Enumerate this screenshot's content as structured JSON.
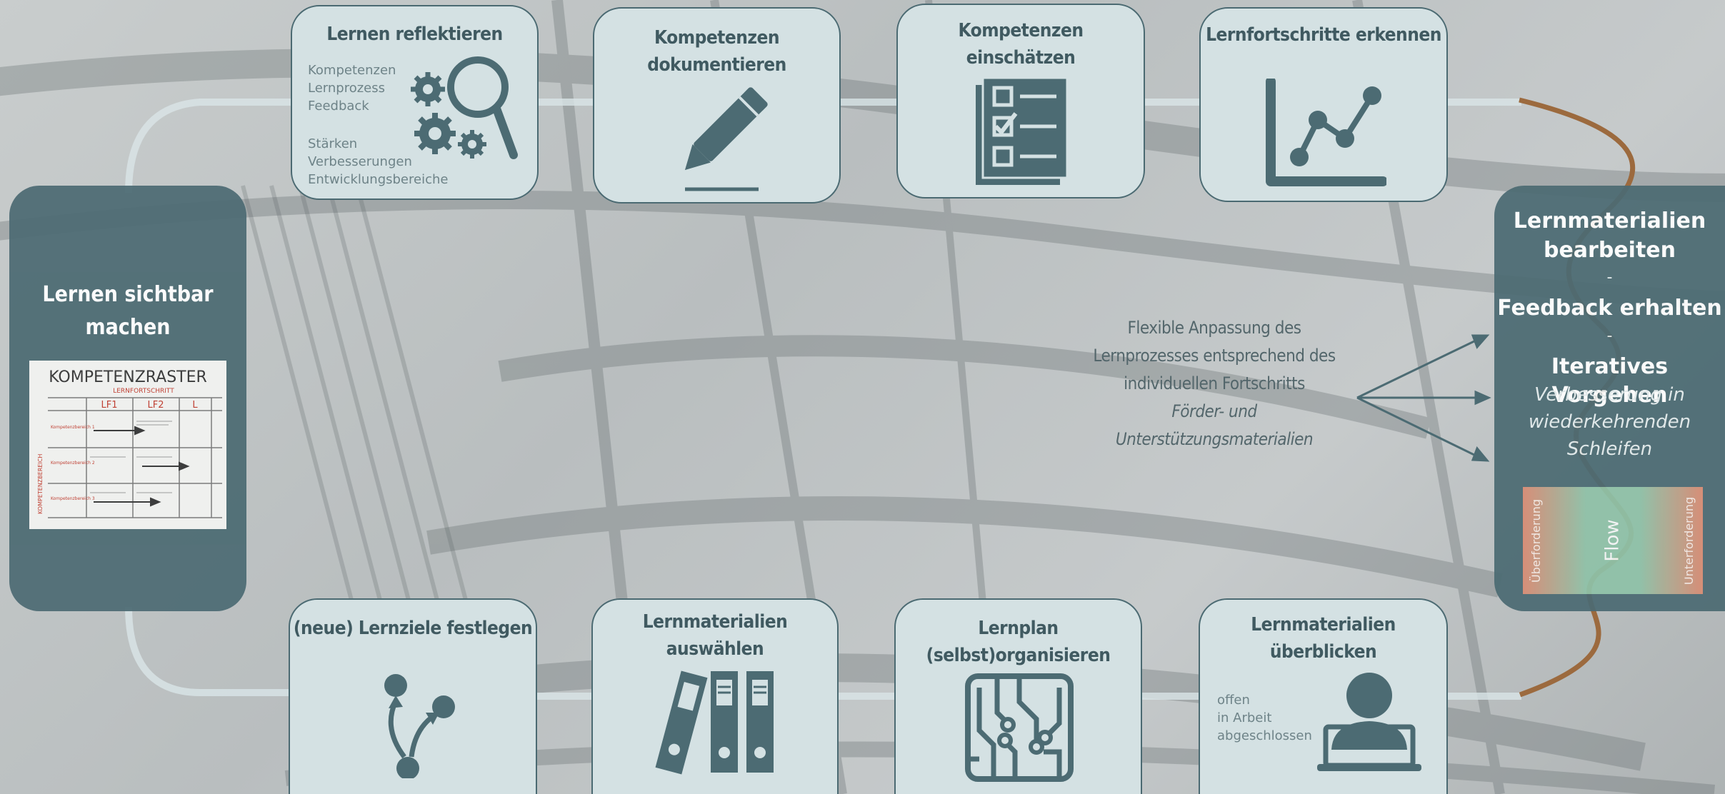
{
  "colors": {
    "box_fill": "#d4e1e3",
    "box_border": "#4b6a72",
    "icon": "#4c6b73",
    "panel": "#4c6b73",
    "wave": "#9c6a3e"
  },
  "left_panel": {
    "title_line1": "Lernen sichtbar",
    "title_line2": "machen",
    "image": {
      "title": "KOMPETENZRASTER",
      "header": "LERNFORTSCHRITT",
      "cols": [
        "LF1",
        "LF2",
        "L"
      ],
      "side_label": "KOMPETENZBEREICH",
      "rows": [
        "Kompetenzbereich 1",
        "Kompetenzbereich 2",
        "Kompetenzbereich 3"
      ]
    }
  },
  "top_boxes": [
    {
      "title": "Lernen reflektieren",
      "list_a": [
        "Kompetenzen",
        "Lernprozess",
        "Feedback"
      ],
      "list_b": [
        "Stärken",
        "Verbesserungen",
        "Entwicklungsbereiche"
      ],
      "icon": "gears-magnifier-icon"
    },
    {
      "title_line1": "Kompetenzen",
      "title_line2": "dokumentieren",
      "icon": "pencil-icon"
    },
    {
      "title_line1": "Kompetenzen",
      "title_line2": "einschätzen",
      "icon": "checklist-icon"
    },
    {
      "title": "Lernfortschritte erkennen",
      "icon": "line-chart-icon"
    }
  ],
  "bottom_boxes": [
    {
      "title": "(neue) Lernziele festlegen",
      "icon": "branch-nodes-icon"
    },
    {
      "title": "Lernmaterialien auswählen",
      "icon": "binders-icon"
    },
    {
      "title_line1": "Lernplan",
      "title_line2": "(selbst)organisieren",
      "icon": "circuit-icon"
    },
    {
      "title": "Lernmaterialien überblicken",
      "list": [
        "offen",
        "in Arbeit",
        "abgeschlossen"
      ],
      "icon": "user-laptop-icon"
    }
  ],
  "center_text": {
    "line1": "Flexible Anpassung des",
    "line2": "Lernprozesses entsprechend des",
    "line3": "individuellen Fortschritts",
    "line4": "Förder- und",
    "line5": "Unterstützungsmaterialien"
  },
  "right_panel": {
    "line1": "Lernmaterialien",
    "line2": "bearbeiten",
    "dash1": "-",
    "line3": "Feedback erhalten",
    "dash2": "-",
    "line4": "Iteratives Vorgehen",
    "it1": "Verbesserung in",
    "it2": "wiederkehrenden",
    "it3": "Schleifen",
    "flow": {
      "left": "Überforderung",
      "center": "Flow",
      "right": "Unterforderung"
    }
  }
}
